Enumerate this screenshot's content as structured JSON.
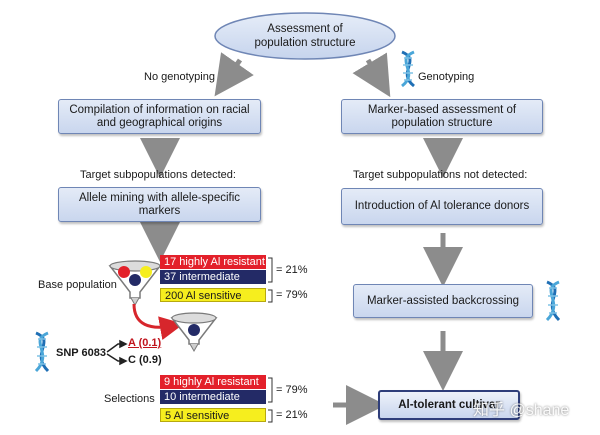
{
  "top": {
    "title": "Assessment of population structure"
  },
  "branches": {
    "left": "No genotyping",
    "right": "Genotyping"
  },
  "left": {
    "box1": "Compilation of information on racial and geographical origins",
    "label1": "Target subpopulations detected:",
    "box2": "Allele mining with allele-specific markers",
    "base_population": "Base population",
    "base_pills": [
      "17 highly Al resistant",
      "37 intermediate",
      "200 Al sensitive"
    ],
    "base_pcts": [
      "= 21%",
      "= 79%"
    ],
    "snp": {
      "name": "SNP 6083",
      "allele_a": "A (0.1)",
      "allele_c": "C (0.9)"
    },
    "selections": "Selections",
    "sel_pills": [
      "9 highly Al resistant",
      "10 intermediate",
      "5 Al sensitive"
    ],
    "sel_pcts": [
      "= 79%",
      "= 21%"
    ]
  },
  "right": {
    "box1": "Marker-based assessment of population structure",
    "label1": "Target subpopulations not detected:",
    "box2": "Introduction of Al tolerance donors",
    "box3": "Marker-assisted backcrossing",
    "final": "Al-tolerant cultivar"
  },
  "watermark": "知乎 @shane",
  "colors": {
    "box_fill": "#d6e0f2",
    "box_border": "#6f86b5",
    "arrow": "#8c8c8c",
    "red": "#e3202a",
    "navy": "#232a66",
    "yellow": "#f6ee1e"
  }
}
